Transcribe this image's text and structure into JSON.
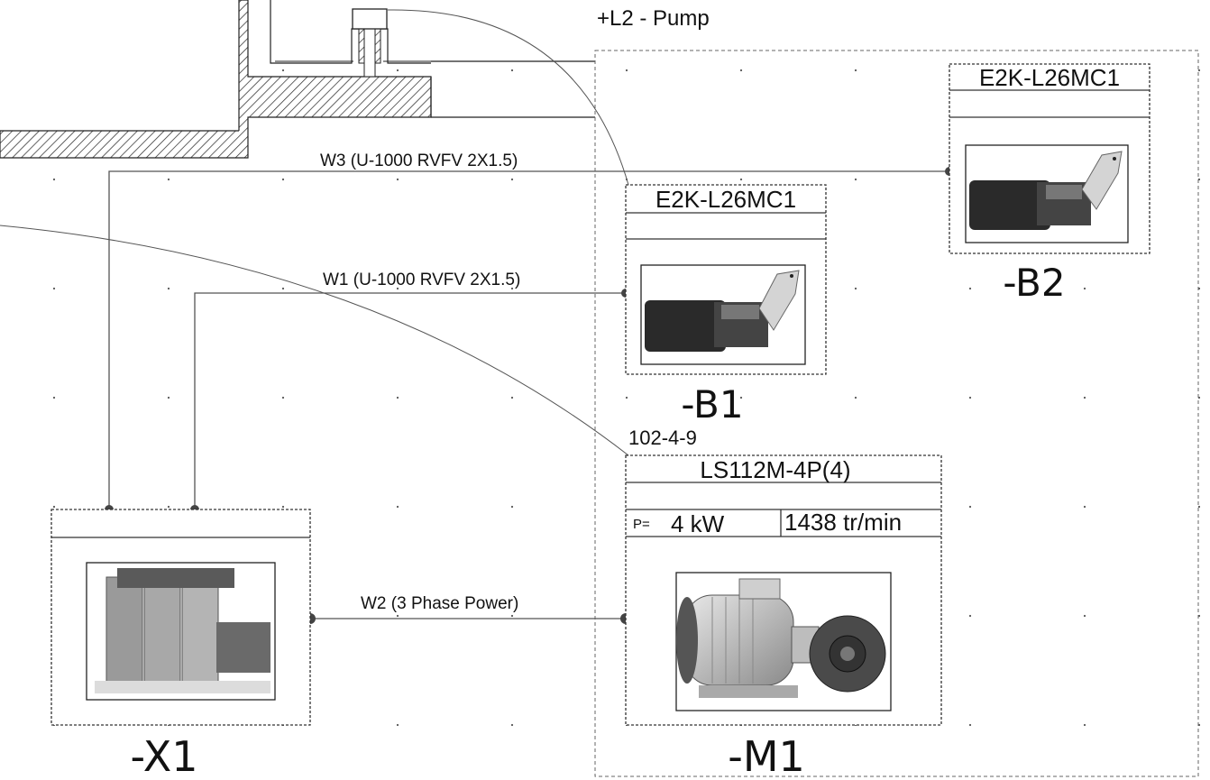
{
  "location": {
    "label": "+L2 - Pump"
  },
  "wires": {
    "w3": "W3 (U-1000 RVFV 2X1.5)",
    "w1": "W1 (U-1000 RVFV 2X1.5)",
    "w2": "W2 (3 Phase Power)"
  },
  "devices": {
    "b1": {
      "tag": "-B1",
      "ref": "E2K-L26MC1",
      "image": "limit-switch"
    },
    "b2": {
      "tag": "-B2",
      "ref": "E2K-L26MC1",
      "image": "limit-switch"
    },
    "m1": {
      "tag": "-M1",
      "ref": "LS112M-4P(4)",
      "position": "102-4-9",
      "power_prefix": "P=",
      "power": "4 kW",
      "speed": "1438 tr/min",
      "image": "pump-motor"
    },
    "x1": {
      "tag": "-X1",
      "image": "terminal-block"
    }
  },
  "colors": {
    "line": "#333333",
    "grid_dot": "#555555",
    "dash": "#444444",
    "background": "#ffffff"
  }
}
